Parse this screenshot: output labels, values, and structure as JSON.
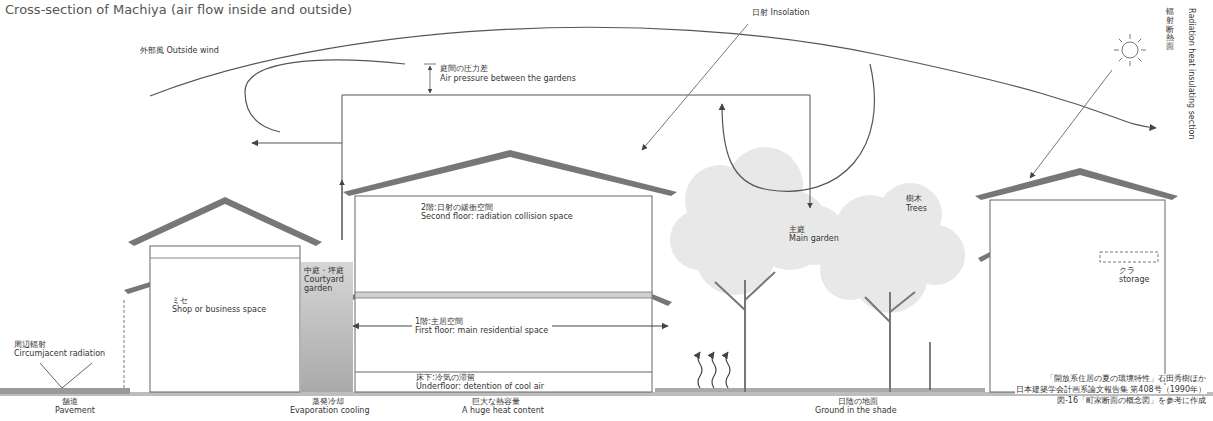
{
  "diagram": {
    "title": "Cross-section of Machiya (air flow inside and outside)",
    "nodes": [
      {
        "text": [
          "ミセ",
          "Shop or business space"
        ]
      },
      {
        "text": [
          "中庭・坪庭",
          "Courtyard garden"
        ]
      },
      {
        "text": [
          "2階:日射の緩衝空間",
          "Second floor: radiation collision space"
        ]
      },
      {
        "text": [
          "1階:主居空間",
          "First floor: main residential space"
        ]
      },
      {
        "text": [
          "床下:冷気の滞留",
          "Underfloor: detention of cool air"
        ]
      },
      {
        "text": [
          "主庭",
          "Main garden"
        ]
      },
      {
        "text": [
          "クラ",
          "storage"
        ]
      }
    ],
    "edges": [
      {
        "from": 3,
        "to": 1,
        "arrow": "to"
      },
      {
        "from": 3,
        "to": 5,
        "arrow": "to"
      }
    ],
    "labels": [
      "外部風 Outside wind",
      "庭間の圧力差",
      "Air pressure between the gardens",
      "日射 Insolation",
      "輻射断熱面",
      "Radiation heat insulating section",
      "樹木",
      "Trees",
      "周辺輻射",
      "Circumjacent radiation",
      "舗道",
      "Pavement",
      "蒸発冷却",
      "Evaporation cooling",
      "巨大な熱容量",
      "A huge heat content",
      "日陰の地面",
      "Ground in the shade",
      "「開放系住居の夏の環境特性」石田秀樹ほか",
      "日本建築学会計画系論文報告集 第408号（1990年）",
      "図-16「町家断面の概念図」を参考に作成"
    ]
  }
}
